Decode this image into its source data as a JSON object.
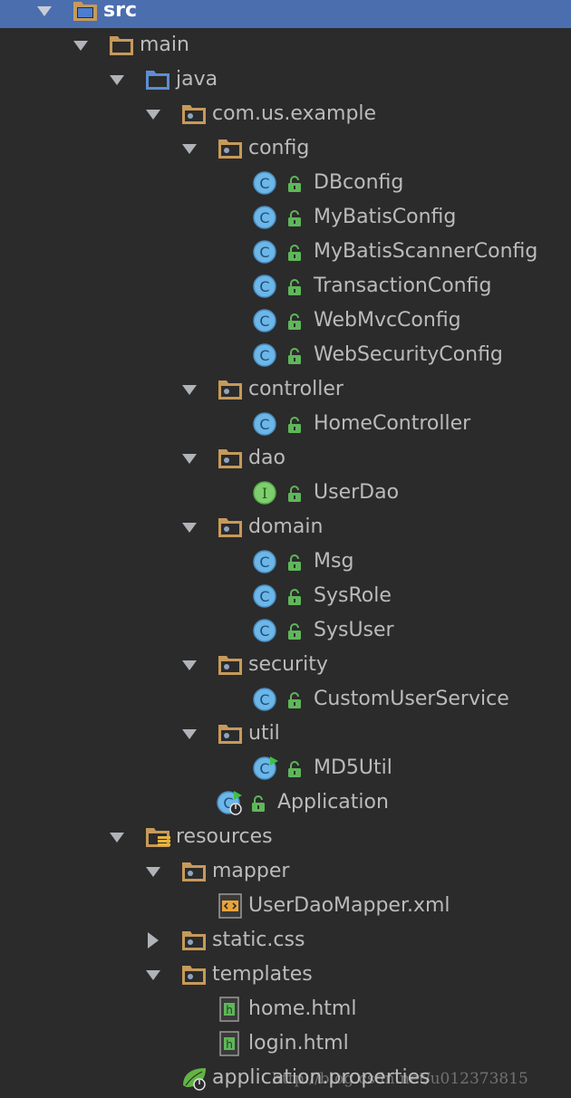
{
  "tree": [
    {
      "label": "src",
      "icon": "source-folder-icon",
      "expanded": true,
      "selected": true
    },
    {
      "label": "main",
      "icon": "folder-icon",
      "expanded": true
    },
    {
      "label": "java",
      "icon": "source-root-folder-icon",
      "expanded": true
    },
    {
      "label": "com.us.example",
      "icon": "package-icon",
      "expanded": true
    },
    {
      "label": "config",
      "icon": "package-icon",
      "expanded": true
    },
    {
      "label": "DBconfig",
      "icon": "class-icon"
    },
    {
      "label": "MyBatisConfig",
      "icon": "class-icon"
    },
    {
      "label": "MyBatisScannerConfig",
      "icon": "class-icon"
    },
    {
      "label": "TransactionConfig",
      "icon": "class-icon"
    },
    {
      "label": "WebMvcConfig",
      "icon": "class-icon"
    },
    {
      "label": "WebSecurityConfig",
      "icon": "class-icon"
    },
    {
      "label": "controller",
      "icon": "package-icon",
      "expanded": true
    },
    {
      "label": "HomeController",
      "icon": "class-icon"
    },
    {
      "label": "dao",
      "icon": "package-icon",
      "expanded": true
    },
    {
      "label": "UserDao",
      "icon": "interface-icon"
    },
    {
      "label": "domain",
      "icon": "package-icon",
      "expanded": true
    },
    {
      "label": "Msg",
      "icon": "class-icon"
    },
    {
      "label": "SysRole",
      "icon": "class-icon"
    },
    {
      "label": "SysUser",
      "icon": "class-icon"
    },
    {
      "label": "security",
      "icon": "package-icon",
      "expanded": true
    },
    {
      "label": "CustomUserService",
      "icon": "class-icon"
    },
    {
      "label": "util",
      "icon": "package-icon",
      "expanded": true
    },
    {
      "label": "MD5Util",
      "icon": "runnable-class-icon"
    },
    {
      "label": "Application",
      "icon": "spring-boot-application-icon"
    },
    {
      "label": "resources",
      "icon": "resources-folder-icon",
      "expanded": true
    },
    {
      "label": "mapper",
      "icon": "package-icon",
      "expanded": true
    },
    {
      "label": "UserDaoMapper.xml",
      "icon": "xml-file-icon"
    },
    {
      "label": "static.css",
      "icon": "package-icon",
      "expanded": false
    },
    {
      "label": "templates",
      "icon": "package-icon",
      "expanded": true
    },
    {
      "label": "home.html",
      "icon": "html-file-icon"
    },
    {
      "label": "login.html",
      "icon": "html-file-icon"
    },
    {
      "label": "application.properties",
      "icon": "spring-properties-icon"
    }
  ],
  "watermark": "http://blog.csdn.net/u012373815",
  "colors": {
    "background": "#2b2b2b",
    "selection": "#4b6eaf",
    "text": "#bbbbbb",
    "package_folder": "#c69a5a",
    "source_folder": "#5d8ed0",
    "class_badge": "#6cb6e8",
    "interface_badge": "#7dcf6d",
    "access_lock": "#5fb65a"
  }
}
